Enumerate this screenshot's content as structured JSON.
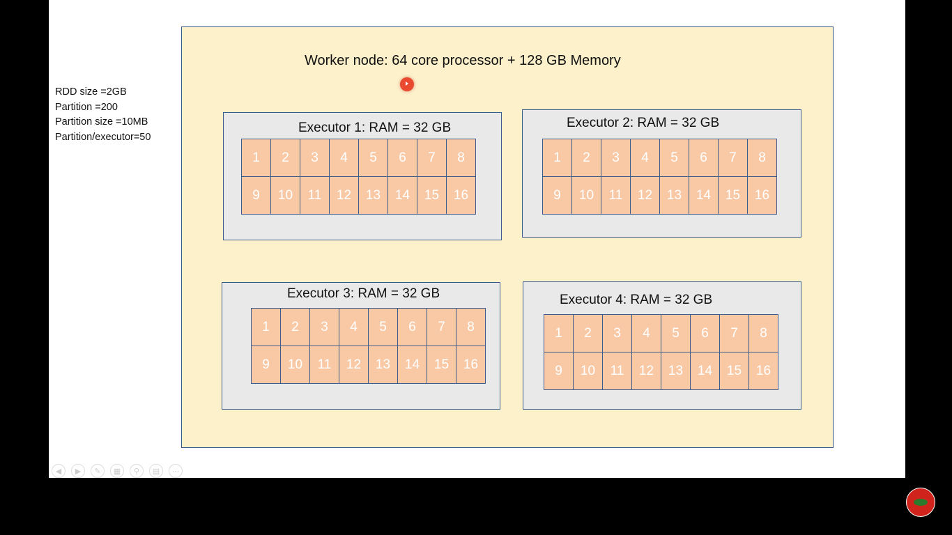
{
  "notes": [
    "RDD size =2GB",
    "Partition =200",
    "Partition size =10MB",
    "Partition/executor=50"
  ],
  "worker_title": "Worker node: 64 core processor + 128 GB Memory",
  "executors": [
    {
      "title": "Executor 1: RAM = 32 GB",
      "cores": [
        "1",
        "2",
        "3",
        "4",
        "5",
        "6",
        "7",
        "8",
        "9",
        "10",
        "11",
        "12",
        "13",
        "14",
        "15",
        "16"
      ]
    },
    {
      "title": "Executor 2: RAM = 32 GB",
      "cores": [
        "1",
        "2",
        "3",
        "4",
        "5",
        "6",
        "7",
        "8",
        "9",
        "10",
        "11",
        "12",
        "13",
        "14",
        "15",
        "16"
      ]
    },
    {
      "title": "Executor 3: RAM = 32 GB",
      "cores": [
        "1",
        "2",
        "3",
        "4",
        "5",
        "6",
        "7",
        "8",
        "9",
        "10",
        "11",
        "12",
        "13",
        "14",
        "15",
        "16"
      ]
    },
    {
      "title": "Executor 4: RAM = 32 GB",
      "cores": [
        "1",
        "2",
        "3",
        "4",
        "5",
        "6",
        "7",
        "8",
        "9",
        "10",
        "11",
        "12",
        "13",
        "14",
        "15",
        "16"
      ]
    }
  ],
  "colors": {
    "worker_fill": "#fdf1cb",
    "executor_fill": "#e9e9e9",
    "core_fill": "#f9c9a6",
    "border": "#3a5b8c"
  },
  "toolbar_icons": [
    "previous-icon",
    "next-icon",
    "pen-icon",
    "slides-icon",
    "zoom-icon",
    "subtitles-icon",
    "more-icon"
  ]
}
